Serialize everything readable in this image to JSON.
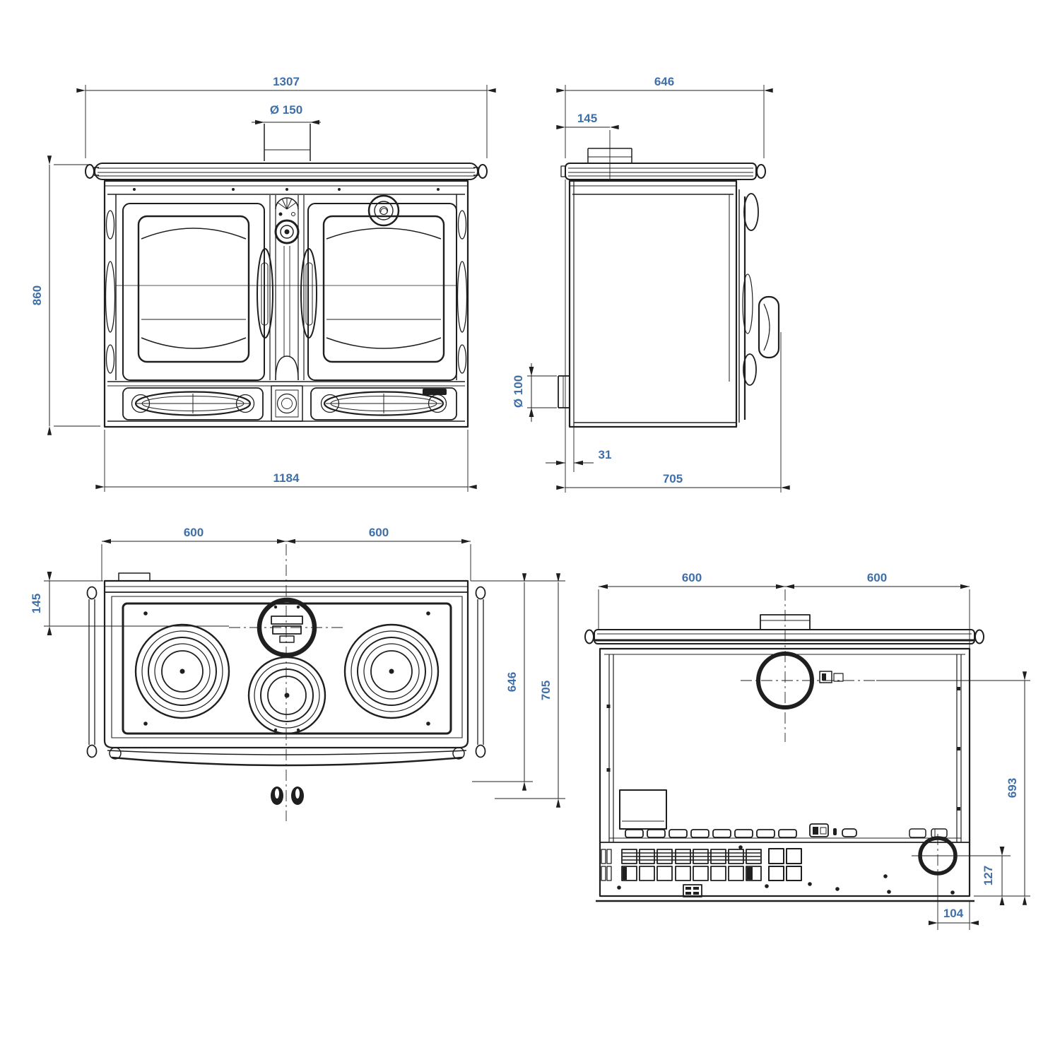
{
  "colors": {
    "line": "#1f1f1f",
    "dim_text": "#3f6fa8",
    "background": "#ffffff"
  },
  "views": {
    "front": {
      "label": "front-view",
      "dims": {
        "overall_width": "1307",
        "flue_diameter": "Ø 150",
        "overall_height": "860",
        "body_width": "1184"
      }
    },
    "side": {
      "label": "side-view",
      "dims": {
        "top_depth": "646",
        "flue_center_from_rear": "145",
        "outlet_diameter": "Ø 100",
        "base_rear_offset": "31",
        "overall_depth": "705"
      }
    },
    "top": {
      "label": "top-view",
      "dims": {
        "rear_left_half": "600",
        "rear_right_half": "600",
        "flue_center_from_rear": "145",
        "body_depth": "646",
        "overall_depth": "705"
      }
    },
    "rear": {
      "label": "rear-view",
      "dims": {
        "left_half": "600",
        "right_half": "600",
        "flue_center_height": "693",
        "outlet_center_height": "127",
        "outlet_center_from_right": "104"
      }
    }
  }
}
